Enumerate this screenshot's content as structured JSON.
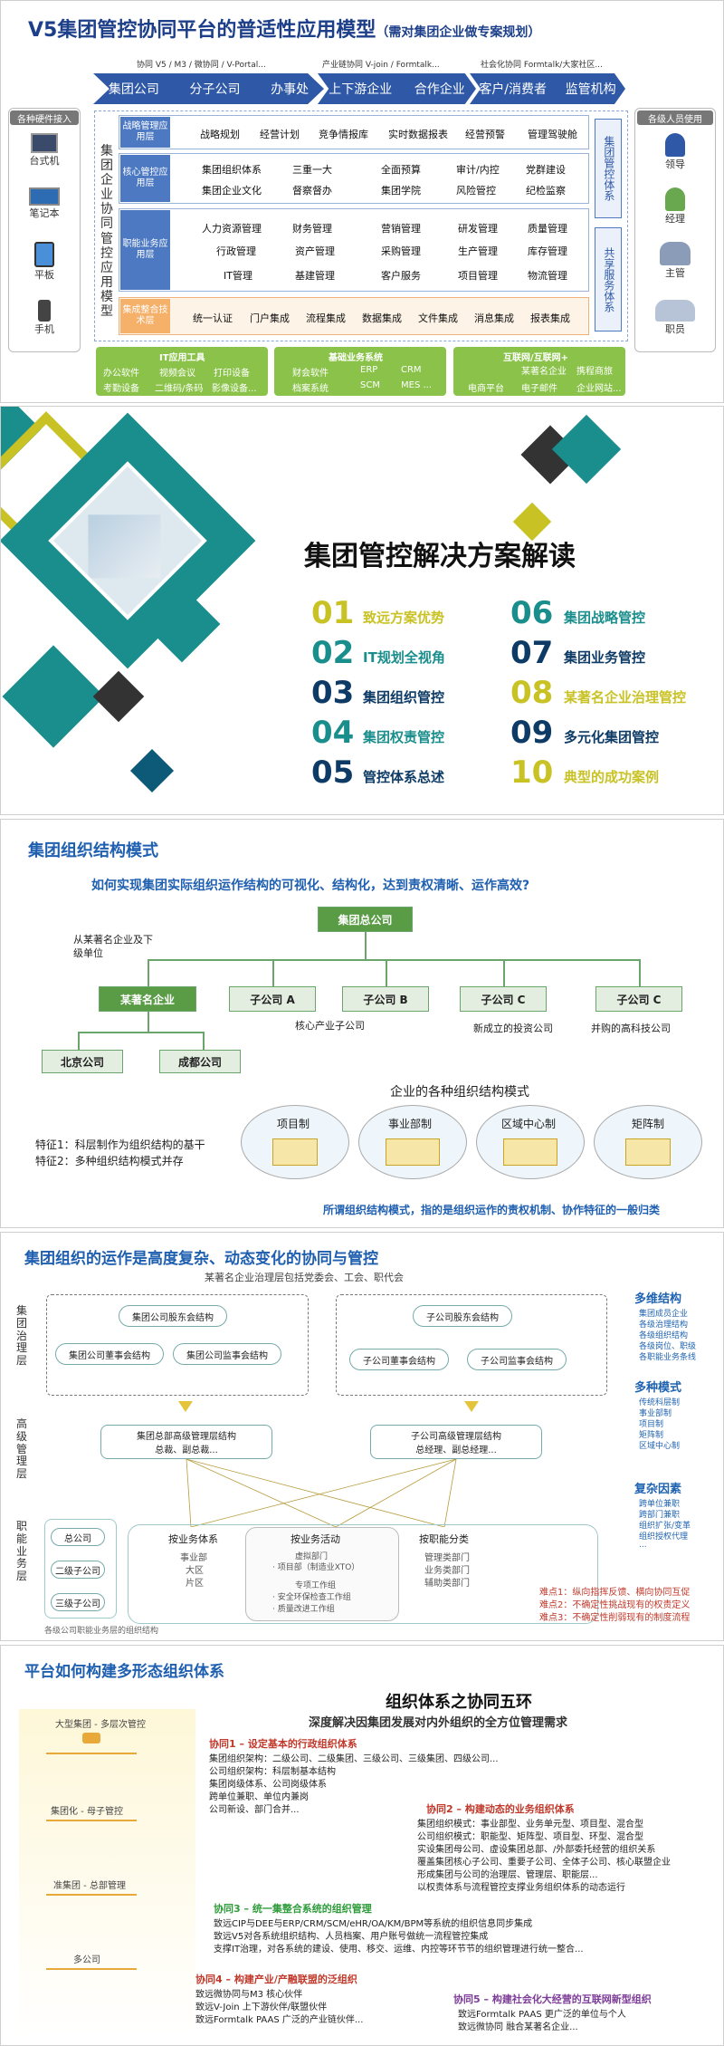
{
  "slide1": {
    "title": "V5集团管控协同平台的普适性应用模型",
    "title_note": "（需对集团企业做专案规划）",
    "top_labels": [
      "协同 V5 / M3 / 微协同 / V-Portal...",
      "产业链协同 V-join / Formtalk...",
      "社会化协同 Formtalk/大家社区..."
    ],
    "chevrons": [
      [
        "集团公司",
        "分子公司",
        "办事处"
      ],
      [
        "上下游企业",
        "合作企业"
      ],
      [
        "客户/消费者",
        "监管机构"
      ]
    ],
    "left_panel_title": "各种硬件接入",
    "devices": [
      "台式机",
      "笔记本",
      "平板",
      "手机"
    ],
    "right_panel_title": "各级人员使用",
    "people": [
      "领导",
      "经理",
      "主管",
      "职员"
    ],
    "vertical_label": "集团企业协同管控应用模型",
    "right_vlabel_1": "集团管控体系",
    "right_vlabel_2": "共享服务体系",
    "layers": [
      {
        "name": "战略管理应用层",
        "items": [
          "战略规划",
          "经营计划",
          "竞争情报库",
          "实时数据报表",
          "经营预警",
          "管理驾驶舱"
        ]
      },
      {
        "name": "核心管控应用层",
        "items": [
          "集团组织体系",
          "三重一大",
          "全面预算",
          "审计/内控",
          "党群建设",
          "集团企业文化",
          "督察督办",
          "集团学院",
          "风险管控",
          "纪检监察"
        ]
      },
      {
        "name": "职能业务应用层",
        "items": [
          "人力资源管理",
          "财务管理",
          "营销管理",
          "研发管理",
          "质量管理",
          "行政管理",
          "资产管理",
          "采购管理",
          "生产管理",
          "库存管理",
          "IT管理",
          "基建管理",
          "客户服务",
          "项目管理",
          "物流管理"
        ]
      },
      {
        "name": "集成整合技术层",
        "items": [
          "统一认证",
          "门户集成",
          "流程集成",
          "数据集成",
          "文件集成",
          "消息集成",
          "报表集成"
        ]
      }
    ],
    "tool_groups": [
      {
        "title": "IT应用工具",
        "items": [
          "办公软件",
          "视频会议",
          "打印设备",
          "考勤设备",
          "二维码/条码",
          "影像设备..."
        ]
      },
      {
        "title": "基础业务系统",
        "items": [
          "财会软件",
          "ERP",
          "CRM",
          "档案系统",
          "SCM",
          "MES ..."
        ]
      },
      {
        "title": "互联网/互联网+",
        "items": [
          "某著名企业",
          "携程商旅",
          "电商平台",
          "电子邮件",
          "企业网站..."
        ]
      }
    ]
  },
  "slide2": {
    "title": "集团管控解决方案解读",
    "items": [
      {
        "num": "01",
        "label": "致远方案优势"
      },
      {
        "num": "02",
        "label": "IT规划全视角"
      },
      {
        "num": "03",
        "label": "集团组织管控"
      },
      {
        "num": "04",
        "label": "集团权责管控"
      },
      {
        "num": "05",
        "label": "管控体系总述"
      },
      {
        "num": "06",
        "label": "集团战略管控"
      },
      {
        "num": "07",
        "label": "集团业务管控"
      },
      {
        "num": "08",
        "label": "某著名企业治理管控"
      },
      {
        "num": "09",
        "label": "多元化集团管控"
      },
      {
        "num": "10",
        "label": "典型的成功案例"
      }
    ],
    "colors": {
      "teal": "#1a8e8c",
      "dark": "#333333",
      "yellow": "#c9c225",
      "navy": "#0d3b66"
    }
  },
  "slide3": {
    "title": "集团组织结构模式",
    "question": "如何实现集团实际组织运作结构的可视化、结构化，达到责权清晰、运作高效?",
    "hq": "集团总公司",
    "from_note": "从某著名企业及下级单位",
    "units": [
      "某著名企业",
      "子公司 A",
      "子公司 B",
      "子公司 C",
      "子公司 C"
    ],
    "unit_notes": [
      "核心产业子公司",
      "新成立的投资公司",
      "并购的高科技公司"
    ],
    "branches": [
      "北京公司",
      "成都公司"
    ],
    "modes_title": "企业的各种组织结构模式",
    "modes": [
      "项目制",
      "事业部制",
      "区域中心制",
      "矩阵制"
    ],
    "features": [
      "特征1：科层制作为组织结构的基干",
      "特征2：多种组织结构模式并存"
    ],
    "footer": "所谓组织结构模式，指的是组织运作的责权机制、协作特征的一般归类"
  },
  "slide4": {
    "title": "集团组织的运作是高度复杂、动态变化的协同与管控",
    "governance_note": "某著名企业治理层包括党委会、工会、职代会",
    "levels": [
      "集团治理层",
      "高级管理层",
      "职能业务层"
    ],
    "gov_left": [
      "集团公司股东会结构",
      "集团公司董事会结构",
      "集团公司监事会结构"
    ],
    "gov_right": [
      "子公司股东会结构",
      "子公司董事会结构",
      "子公司监事会结构"
    ],
    "mgmt_left": [
      "集团总部高级管理层结构",
      "总裁、副总裁..."
    ],
    "mgmt_right": [
      "子公司高级管理层结构",
      "总经理、副总经理..."
    ],
    "companies": [
      "总公司",
      "二级子公司",
      "三级子公司"
    ],
    "company_note": "各级公司职能业务层的组织结构",
    "col_business": [
      "按业务体系",
      "事业部",
      "大区",
      "片区"
    ],
    "col_activity": [
      "按业务活动",
      "虚拟部门",
      "· 项目部（制造业XTO）",
      "专项工作组",
      "· 安全环保检查工作组",
      "· 质量改进工作组"
    ],
    "col_function": [
      "按职能分类",
      "管理类部门",
      "业务类部门",
      "辅助类部门"
    ],
    "right_sections": [
      {
        "title": "多维结构",
        "items": [
          "集团成员企业",
          "各级治理结构",
          "各级组织结构",
          "各级岗位、职级",
          "各职能业务条线"
        ]
      },
      {
        "title": "多种模式",
        "items": [
          "传统科层制",
          "事业部制",
          "项目制",
          "矩阵制",
          "区域中心制"
        ]
      },
      {
        "title": "复杂因素",
        "items": [
          "跨单位兼职",
          "跨部门兼职",
          "组织扩张/变革",
          "组织授权代理",
          "..."
        ]
      }
    ],
    "difficulties": [
      "难点1：纵向指挥反馈、横向协同互促",
      "难点2：不确定性挑战现有的权责定义",
      "难点3：不确定性削弱现有的制度流程"
    ]
  },
  "slide5": {
    "title": "平台如何构建多形态组织体系",
    "heading": "组织体系之协同五环",
    "subheading": "深度解决因集团发展对内外组织的全方位管理需求",
    "tiers": [
      "大型集团 - 多层次管控",
      "集团化 - 母子管控",
      "准集团 - 总部管理",
      "多公司"
    ],
    "rings": [
      {
        "title": "协同1 – 设定基本的行政组织体系",
        "lines": [
          "集团组织架构：二级公司、二级集团、三级公司、三级集团、四级公司...",
          "公司组织架构：科层制基本结构",
          "集团岗级体系、公司岗级体系",
          "跨单位兼职、单位内兼岗",
          "公司新设、部门合并..."
        ]
      },
      {
        "title": "协同2 – 构建动态的业务组织体系",
        "lines": [
          "集团组织模式：事业部型、业务单元型、项目型、混合型",
          "公司组织模式：职能型、矩阵型、项目型、环型、混合型",
          "实设集团母公司、虚设集团总部、/外部委托经营的组织关系",
          "覆盖集团核心子公司、重要子公司、全体子公司、核心联盟企业",
          "形成集团与公司的治理层、管理层、职能层...",
          "以权责体系与流程管控支撑业务组织体系的动态运行"
        ]
      },
      {
        "title": "协同3 – 统一集整合系统的组织管理",
        "lines": [
          "致远CIP与DEE与ERP/CRM/SCM/eHR/OA/KM/BPM等系统的组织信息同步集成",
          "致远V5对各系统组织结构、人员档案、用户账号做统一流程管控集成",
          "支撑IT治理，对各系统的建设、使用、移交、运维、内控等环节节的组织管理进行统一整合..."
        ]
      },
      {
        "title": "协同4 – 构建产业/产融联盟的泛组织",
        "lines": [
          "致远微协同与M3   核心伙伴",
          "致远V-Join   上下游伙伴/联盟伙伴",
          "致远Formtalk PAAS   广泛的产业链伙伴..."
        ]
      },
      {
        "title": "协同5 – 构建社会化大经营的互联网新型组织",
        "lines": [
          "致远Formtalk PAAS   更广泛的单位与个人",
          "致远微协同   融合某著名企业..."
        ]
      }
    ]
  }
}
